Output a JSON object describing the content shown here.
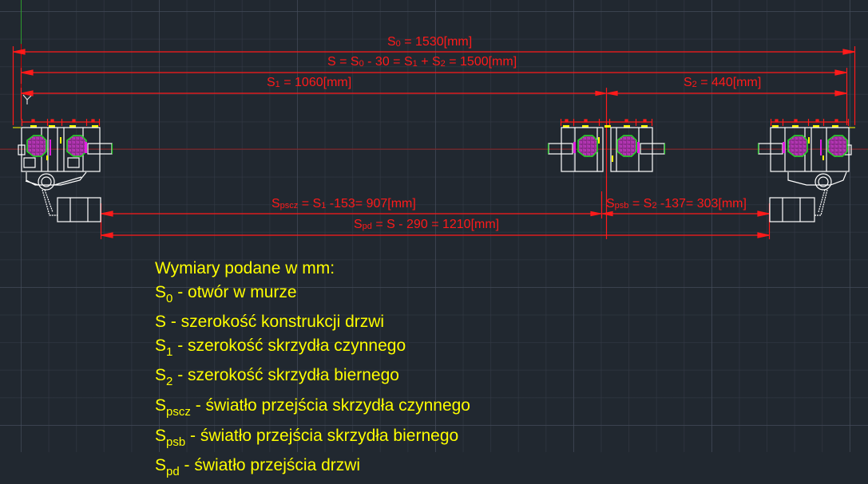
{
  "drawing": {
    "background_color": "#212830",
    "dimension_color": "#ff1a1a",
    "text_color": "#ffff00",
    "profile_color": "#ffffff",
    "seal_color": "#00cc00",
    "fill_color": "#cc22cc"
  },
  "dimensions": {
    "s0": {
      "sym": "S",
      "sub": "0",
      "rest": " = 1530[mm]"
    },
    "s": {
      "pre": "S =  S",
      "sub0": "0",
      "mid1": " - 30 = S",
      "sub1": "1",
      "mid2": " + S",
      "sub2": "2",
      "rest": " = 1500[mm]"
    },
    "s1": {
      "sym": "S",
      "sub": "1",
      "rest": " = 1060[mm]"
    },
    "s2": {
      "sym": "S",
      "sub": "2",
      "rest": " = 440[mm]"
    },
    "spscz": {
      "sym": "S",
      "sub": "pscz",
      "mid": " = S",
      "sub1": "1",
      "rest": " -153= 907[mm]"
    },
    "spsb": {
      "sym": "S",
      "sub": "psb",
      "mid": " = S",
      "sub2": "2",
      "rest": " -137= 303[mm]"
    },
    "spd": {
      "sym": "S",
      "sub": "pd",
      "rest": " = S - 290 = 1210[mm]"
    }
  },
  "legend": {
    "title": "Wymiary podane w mm:",
    "items": [
      {
        "sym": "S",
        "sub": "0",
        "text": " - otwór w murze"
      },
      {
        "sym": "S",
        "sub": "",
        "text": " - szerokość konstrukcji drzwi"
      },
      {
        "sym": "S",
        "sub": "1",
        "text": " - szerokość skrzydła czynnego"
      },
      {
        "sym": "S",
        "sub": "2",
        "text": " - szerokość skrzydła biernego"
      },
      {
        "sym": "S",
        "sub": "pscz",
        "text": " - światło przejścia skrzydła czynnego"
      },
      {
        "sym": "S",
        "sub": "psb",
        "text": " - światło przejścia skrzydła biernego"
      },
      {
        "sym": "S",
        "sub": "pd",
        "text": " - światło przejścia drzwi"
      }
    ]
  },
  "ucs_icon": {
    "label": "Y"
  }
}
